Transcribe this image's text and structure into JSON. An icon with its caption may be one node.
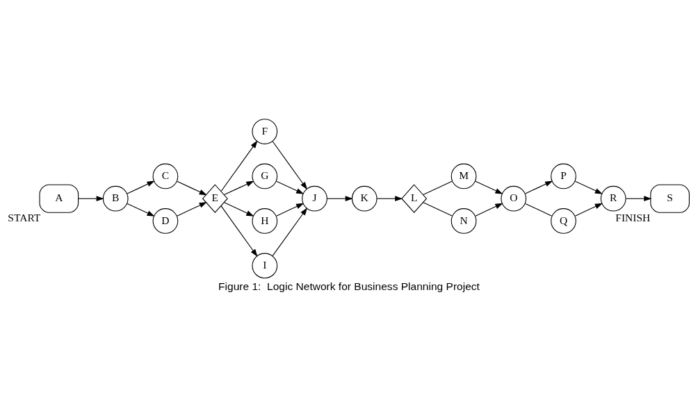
{
  "diagram": {
    "caption": "Figure 1:  Logic Network for Business Planning Project",
    "nodes": [
      {
        "text": [
          "A"
        ],
        "beside": [
          "START"
        ]
      },
      {
        "text": [
          "B"
        ]
      },
      {
        "text": [
          "C"
        ]
      },
      {
        "text": [
          "D"
        ]
      },
      {
        "text": [
          "E"
        ]
      },
      {
        "text": [
          "F"
        ]
      },
      {
        "text": [
          "G"
        ]
      },
      {
        "text": [
          "H"
        ]
      },
      {
        "text": [
          "I"
        ]
      },
      {
        "text": [
          "J"
        ]
      },
      {
        "text": [
          "K"
        ]
      },
      {
        "text": [
          "L"
        ]
      },
      {
        "text": [
          "M"
        ]
      },
      {
        "text": [
          "N"
        ]
      },
      {
        "text": [
          "O"
        ]
      },
      {
        "text": [
          "P"
        ]
      },
      {
        "text": [
          "Q"
        ]
      },
      {
        "text": [
          "R"
        ]
      },
      {
        "text": [
          "S"
        ],
        "beside": [
          "FINISH"
        ]
      }
    ],
    "edges": [
      {
        "from": 0,
        "to": 1,
        "arrow": "to"
      },
      {
        "from": 1,
        "to": 2,
        "arrow": "to"
      },
      {
        "from": 1,
        "to": 3,
        "arrow": "to"
      },
      {
        "from": 2,
        "to": 4,
        "arrow": "to"
      },
      {
        "from": 3,
        "to": 4,
        "arrow": "to"
      },
      {
        "from": 4,
        "to": 5,
        "arrow": "to"
      },
      {
        "from": 4,
        "to": 6,
        "arrow": "to"
      },
      {
        "from": 4,
        "to": 7,
        "arrow": "to"
      },
      {
        "from": 4,
        "to": 8,
        "arrow": "to"
      },
      {
        "from": 5,
        "to": 9,
        "arrow": "to"
      },
      {
        "from": 6,
        "to": 9,
        "arrow": "to"
      },
      {
        "from": 7,
        "to": 9,
        "arrow": "to"
      },
      {
        "from": 8,
        "to": 9,
        "arrow": "to"
      },
      {
        "from": 9,
        "to": 10,
        "arrow": "to"
      },
      {
        "from": 10,
        "to": 11,
        "arrow": "to"
      },
      {
        "from": 11,
        "to": 12,
        "arrow": "none"
      },
      {
        "from": 11,
        "to": 13,
        "arrow": "none"
      },
      {
        "from": 12,
        "to": 14,
        "arrow": "to"
      },
      {
        "from": 13,
        "to": 14,
        "arrow": "to"
      },
      {
        "from": 14,
        "to": 15,
        "arrow": "to"
      },
      {
        "from": 14,
        "to": 16,
        "arrow": "none"
      },
      {
        "from": 15,
        "to": 17,
        "arrow": "to"
      },
      {
        "from": 16,
        "to": 17,
        "arrow": "to"
      },
      {
        "from": 17,
        "to": 18,
        "arrow": "to"
      }
    ]
  }
}
